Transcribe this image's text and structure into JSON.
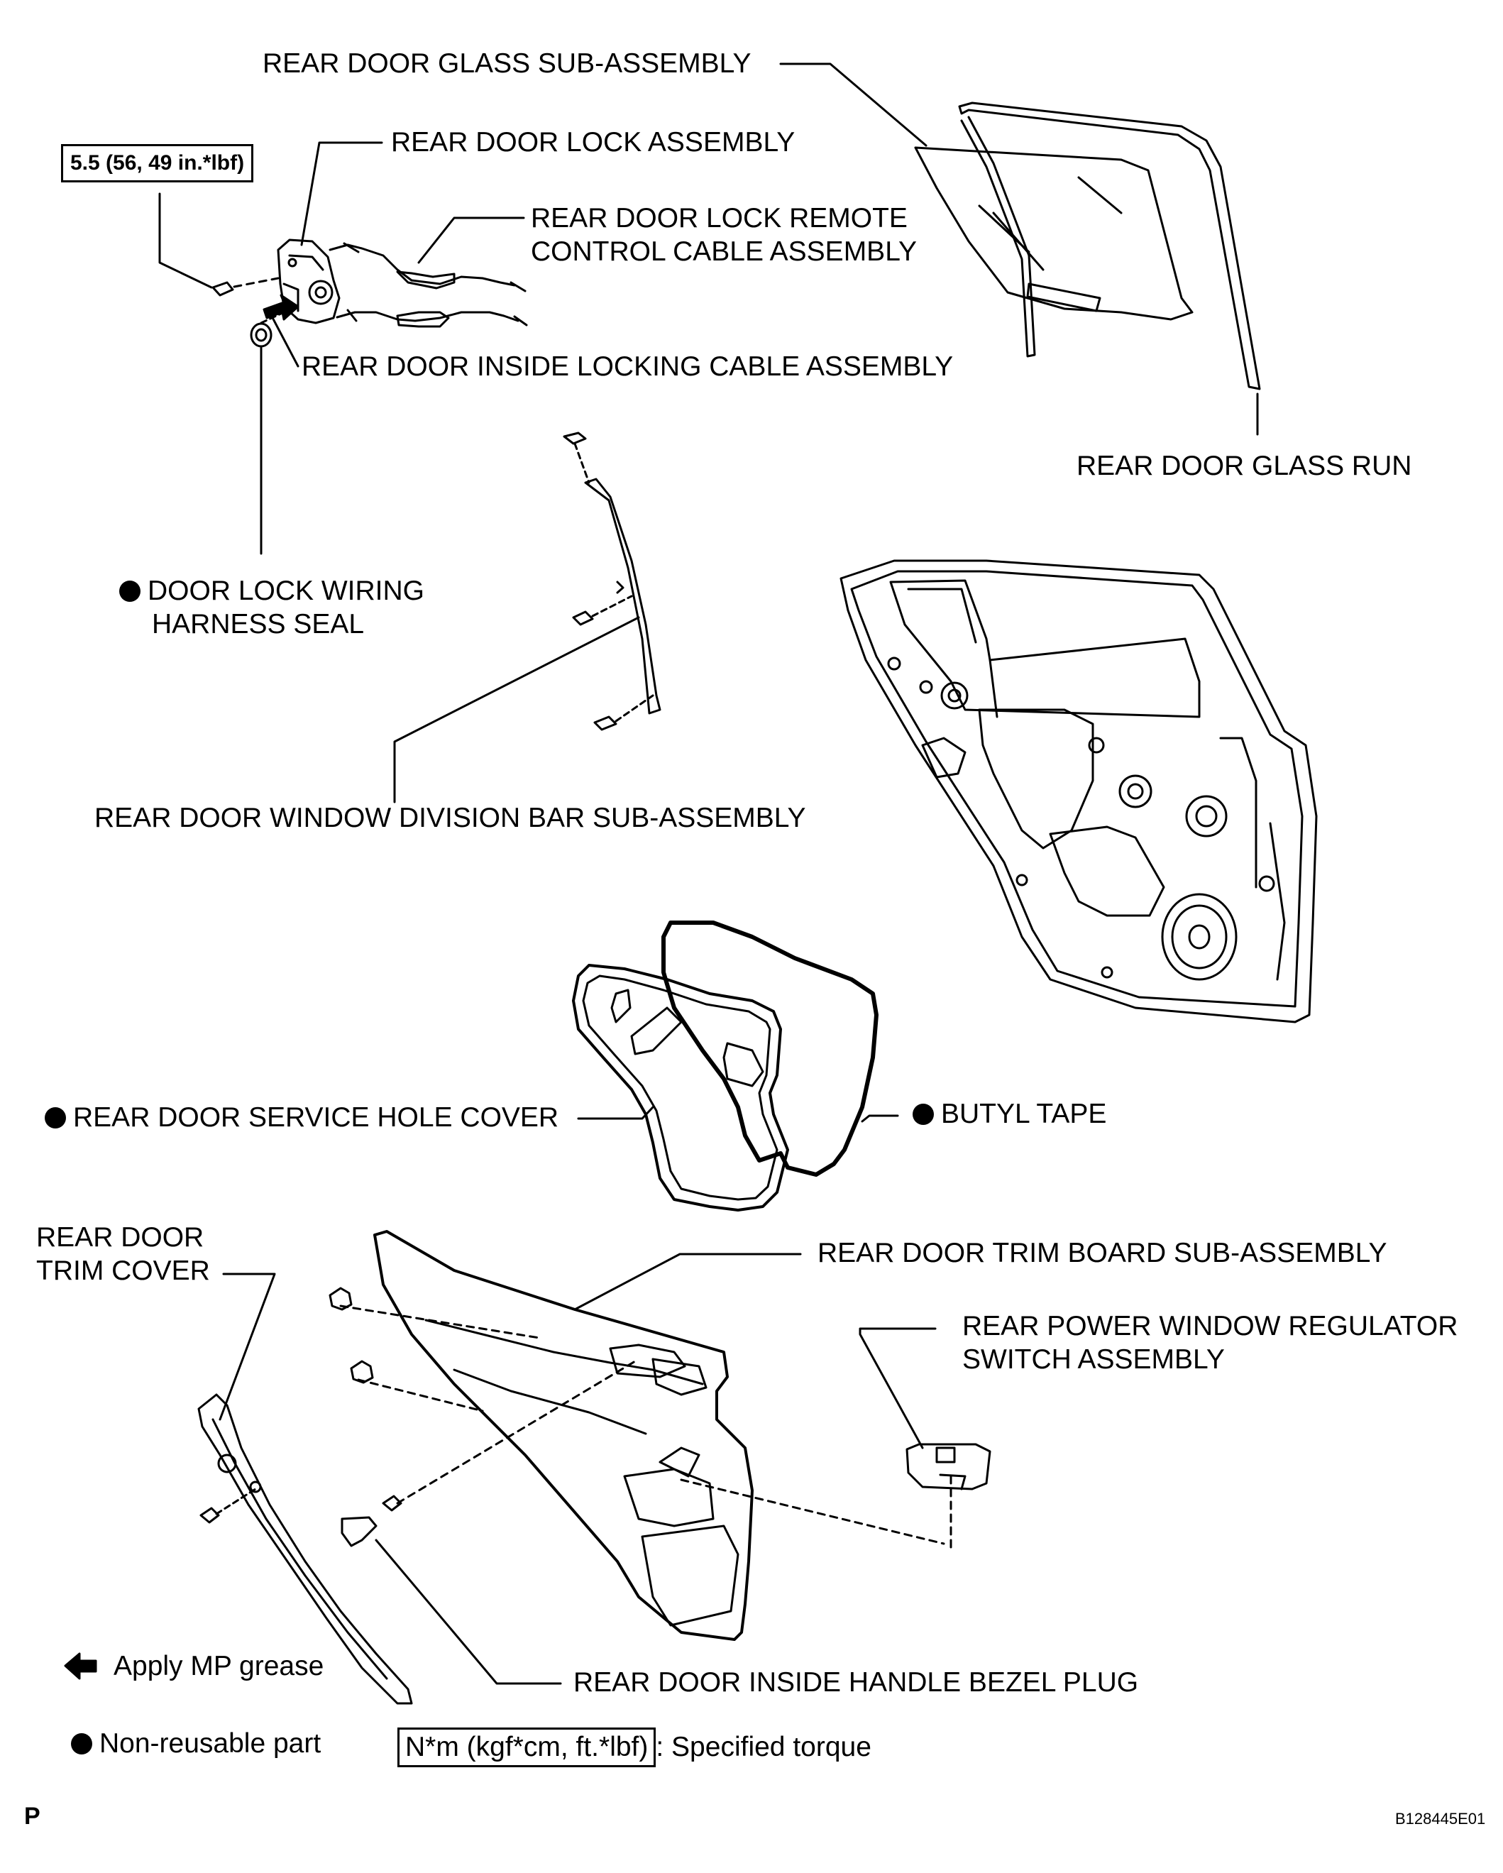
{
  "labels": {
    "glass": "REAR DOOR GLASS SUB-ASSEMBLY",
    "lock": "REAR DOOR LOCK ASSEMBLY",
    "remote_cable_1": "REAR DOOR LOCK REMOTE",
    "remote_cable_2": "CONTROL CABLE ASSEMBLY",
    "inside_locking_cable": "REAR DOOR INSIDE LOCKING CABLE ASSEMBLY",
    "glass_run": "REAR DOOR GLASS RUN",
    "wiring_seal_1": "DOOR LOCK WIRING",
    "wiring_seal_2": "HARNESS SEAL",
    "division_bar": "REAR DOOR WINDOW DIVISION BAR SUB-ASSEMBLY",
    "service_hole_cover": "REAR DOOR SERVICE HOLE COVER",
    "butyl_tape": "BUTYL TAPE",
    "trim_cover_1": "REAR DOOR",
    "trim_cover_2": "TRIM COVER",
    "trim_board": "REAR DOOR TRIM BOARD SUB-ASSEMBLY",
    "regulator_switch_1": "REAR POWER WINDOW REGULATOR",
    "regulator_switch_2": "SWITCH ASSEMBLY",
    "bezel_plug": "REAR DOOR INSIDE HANDLE BEZEL PLUG"
  },
  "torque": "5.5 (56, 49 in.*lbf)",
  "legend": {
    "grease": "Apply MP grease",
    "non_reusable": "Non-reusable part",
    "spec_unit": "N*m (kgf*cm, ft.*lbf)",
    "spec_text": ": Specified torque"
  },
  "corner_letter": "P",
  "figure_id": "B128445E01"
}
